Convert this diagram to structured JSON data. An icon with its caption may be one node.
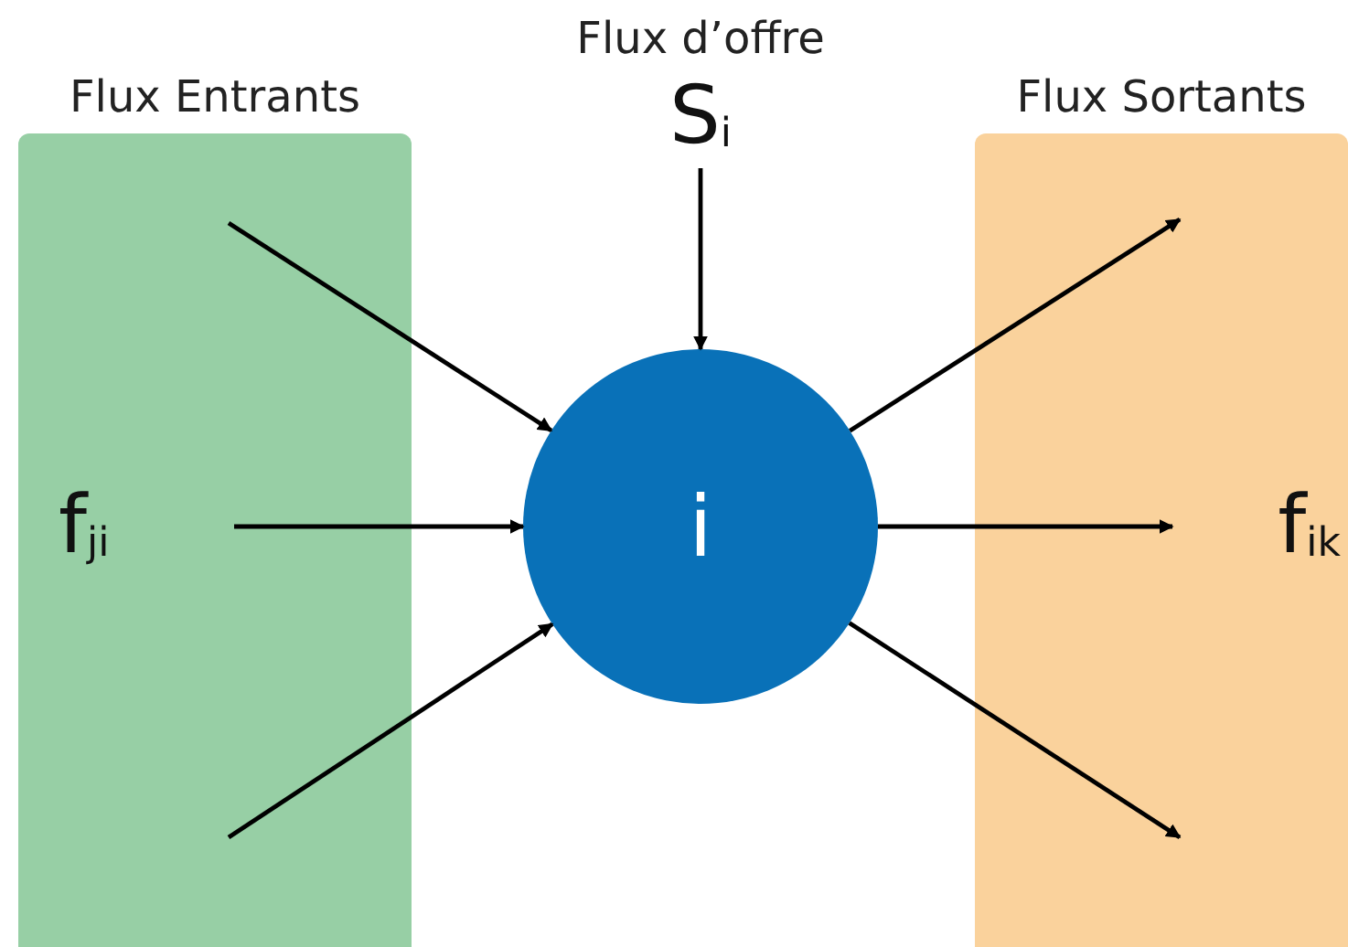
{
  "diagram": {
    "nodes": [
      {
        "text": [
          "Flux Entrants"
        ]
      },
      {
        "text": [
          "Flux Sortants"
        ]
      },
      {
        "text": [
          "i"
        ]
      },
      {
        "text": [
          "f$_{ji}$"
        ],
        "in": 0
      },
      {
        "text": [
          "f$_{ik}$"
        ],
        "in": 1
      },
      {
        "text": [
          "Flux d’offre",
          "S$_{i}$"
        ]
      }
    ],
    "edges": [
      {
        "from": null,
        "to": 2,
        "arrow": "to"
      },
      {
        "from": 3,
        "to": 2,
        "arrow": "to"
      },
      {
        "from": null,
        "to": 2,
        "arrow": "to"
      },
      {
        "from": 5,
        "to": 2,
        "arrow": "to"
      },
      {
        "from": 2,
        "to": null,
        "arrow": "to"
      },
      {
        "from": 2,
        "to": 4,
        "arrow": "to"
      },
      {
        "from": 2,
        "to": null,
        "arrow": "to"
      }
    ]
  }
}
